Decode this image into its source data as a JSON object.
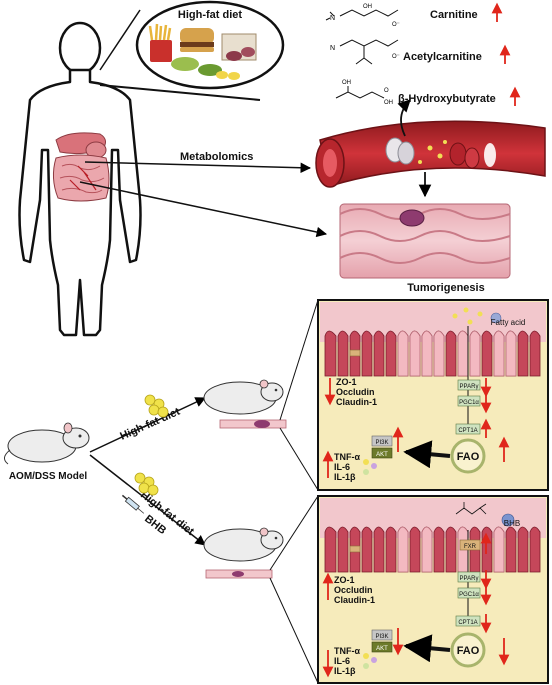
{
  "top": {
    "diet_label": "High-fat diet",
    "metabolomics_label": "Metabolomics",
    "tumorigenesis_label": "Tumorigenesis"
  },
  "metabolites": [
    {
      "name": "Carnitine"
    },
    {
      "name": "Acetylcarnitine"
    },
    {
      "name": "β-Hydroxybutyrate"
    }
  ],
  "model": {
    "label": "AOM/DSS Model",
    "branch_upper": "High-fat diet",
    "branch_lower_1": "High-fat diet",
    "branch_lower_2": "BHB"
  },
  "panel_upper": {
    "fatty_acid": "Fatty acid",
    "junction_proteins": [
      "ZO-1",
      "Occludin",
      "Claudin-1"
    ],
    "pathway": [
      "PPARγ",
      "PGC1α",
      "CPT1A"
    ],
    "fao": "FAO",
    "pi3k": "PI3K",
    "akt": "AKT",
    "cytokines": [
      "TNF-α",
      "IL-6",
      "IL-1β"
    ]
  },
  "panel_lower": {
    "bhb": "BHB",
    "fxr": "FXR",
    "junction_proteins": [
      "ZO-1",
      "Occludin",
      "Claudin-1"
    ],
    "pathway": [
      "PPARγ",
      "PGC1α",
      "CPT1A"
    ],
    "fao": "FAO",
    "pi3k": "PI3K",
    "akt": "AKT",
    "cytokines": [
      "TNF-α",
      "IL-6",
      "IL-1β"
    ]
  },
  "colors": {
    "up_arrow": "#e0261b",
    "down_arrow": "#e0261b",
    "blood": "#c0272d",
    "tissue_pink": "#f2c7cc",
    "lumen_yellow": "#f8eec0",
    "junction_tan": "#d9b27a",
    "pathway_green": "#cfe3c0",
    "akt_olive": "#6c7a2a"
  }
}
